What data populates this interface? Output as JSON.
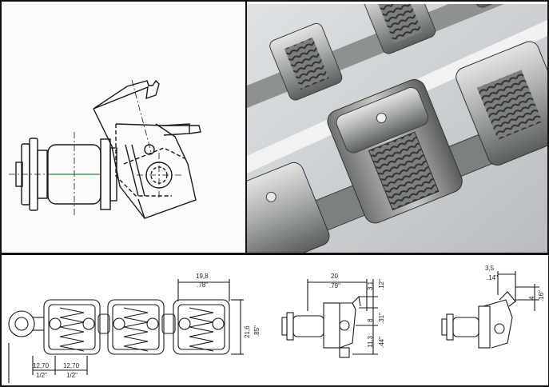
{
  "dimensions": {
    "chain": {
      "width_mm": "19,8",
      "width_in": ".78\"",
      "height_mm": "21,6",
      "height_in": ".85\"",
      "pitch1_mm": "12,70",
      "pitch1_in": "1/2\"",
      "pitch2_mm": "12,70",
      "pitch2_in": "1/2\""
    },
    "side": {
      "width_mm": "20",
      "width_in": ".79\"",
      "top_mm": "3,1",
      "top_in": ".12\"",
      "mid_mm": "8",
      "mid_in": ".31\"",
      "low_mm": "11,3",
      "low_in": ".44\""
    },
    "tilted": {
      "width_mm": "3,5",
      "width_in": ".14\"",
      "height_mm": "4",
      "height_in": ".16\""
    }
  },
  "colors": {
    "line": "#1a1a1a",
    "centerline": "#2a8a3a",
    "photo_bg": "#cfd2d6",
    "metal_light": "#c9cbc8",
    "metal_mid": "#8d918e",
    "metal_dark": "#4a4e4c"
  }
}
